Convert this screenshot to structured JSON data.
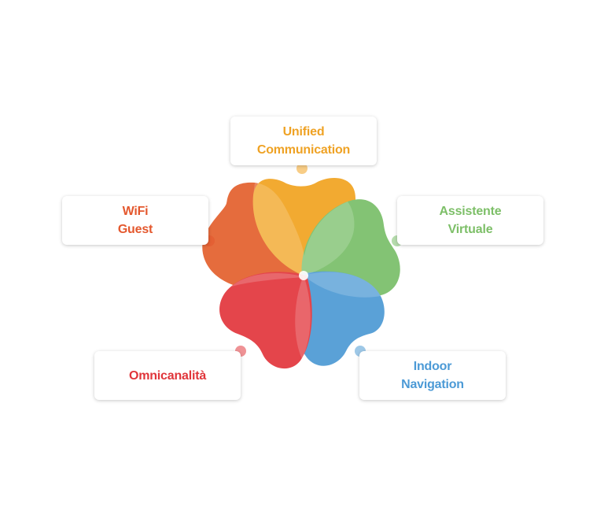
{
  "colors": {
    "orange": "#F2A422",
    "green": "#7ABF6A",
    "blue": "#4E9AD4",
    "red": "#E2383E",
    "red_orange": "#E4612F"
  },
  "items": [
    {
      "key": "unified",
      "line1": "Unified",
      "line2": "Communication",
      "color": "#EFA224"
    },
    {
      "key": "wifi",
      "line1": "WiFi",
      "line2": "Guest",
      "color": "#E4582E"
    },
    {
      "key": "assist",
      "line1": "Assistente",
      "line2": "Virtuale",
      "color": "#7DBF68"
    },
    {
      "key": "omni",
      "line1": "Omnicanalità",
      "line2": "",
      "color": "#E0353A"
    },
    {
      "key": "indoor",
      "line1": "Indoor",
      "line2": "Navigation",
      "color": "#4C9AD6"
    }
  ]
}
